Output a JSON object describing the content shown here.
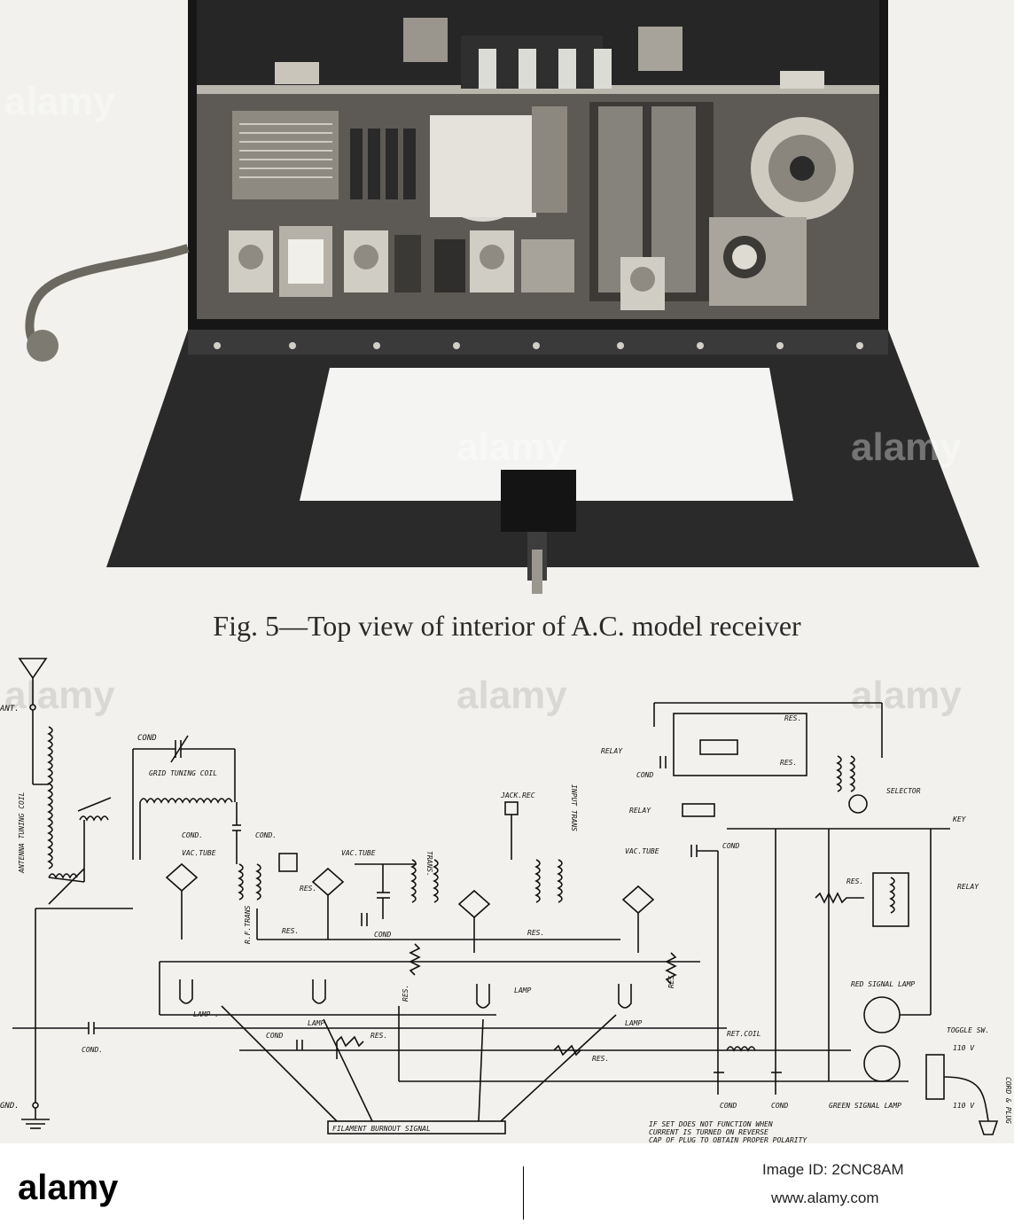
{
  "figure": {
    "caption": "Fig. 5—Top view of interior of A.C. model receiver"
  },
  "schematic": {
    "labels": {
      "ant": "ANT.",
      "gnd": "GND.",
      "antenna_coil": "ANTENNA TUNING COIL",
      "cond_top": "COND",
      "grid_coil": "GRID TUNING COIL",
      "cond_a": "COND.",
      "cond_b": "COND.",
      "vac_tube_1": "VAC.TUBE",
      "rf_trans": "R.F.TRANS",
      "vac_tube_2": "VAC.TUBE",
      "res_1": "RES.",
      "res_2": "RES.",
      "cond_c": "COND",
      "trans": "TRANS.",
      "jack_rec": "JACK.REC",
      "input_trans": "INPUT TRANS",
      "vac_tube_3": "VAC.TUBE",
      "relay_top": "RELAY",
      "cond_relay": "COND",
      "relay_mid": "RELAY",
      "res_top_1": "RES.",
      "res_top_2": "RES.",
      "selector": "SELECTOR",
      "key": "KEY",
      "cond_d": "COND",
      "res_3": "RES.",
      "relay_right": "RELAY",
      "res_4": "RES.",
      "res_5": "RES",
      "res_6": "RES.",
      "lamp_1": "LAMP .",
      "lamp_2": "LAMP",
      "lamp_3": "LAMP",
      "lamp_4": "LAMP",
      "cond_e": "COND",
      "cond_f": "COND.",
      "res_7": "RES.",
      "res_8": "RES.",
      "ret_coil": "RET.COIL",
      "red_lamp": "RED SIGNAL LAMP",
      "green_lamp": "GREEN SIGNAL LAMP",
      "toggle": "TOGGLE SW.",
      "v110a": "110 V",
      "v110b": "110 V",
      "cond_g": "COND",
      "cond_h": "COND",
      "filament": "FILAMENT BURNOUT SIGNAL",
      "note_1": "IF SET DOES NOT FUNCTION WHEN",
      "note_2": "CURRENT IS TURNED ON REVERSE",
      "note_3": "CAP OF PLUG TO OBTAIN PROPER POLARITY",
      "cord_plug": "CORD & PLUG"
    }
  },
  "footer": {
    "logo": "alamy",
    "image_id": "Image ID: 2CNC8AM",
    "url": "www.alamy.com"
  },
  "watermark": "alamy",
  "colors": {
    "page_bg": "#f2f1ee",
    "chassis_dark": "#1c1c1c",
    "panel_white": "#f4f4f2"
  }
}
